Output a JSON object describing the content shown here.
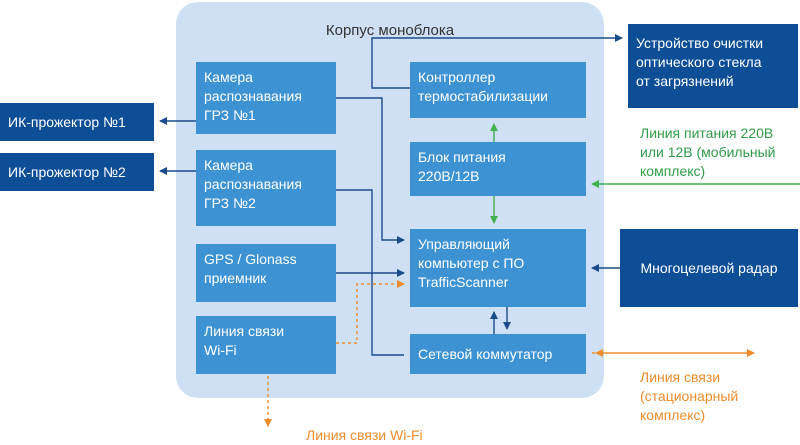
{
  "container": {
    "title": "Корпус моноблока"
  },
  "blocks": {
    "camera1": "Камера\nраспознавания\nГРЗ №1",
    "camera2": "Камера\nраспознавания\nГРЗ №2",
    "gps": "GPS / Glonass\nприемник",
    "wifi_line": "Линия связи\nWi-Fi",
    "controller": "Контроллер\nтермостабилизации",
    "power": "Блок питания\n220В/12В",
    "computer": "Управляющий\nкомпьютер с ПО\nTrafficScanner",
    "switch": "Сетевой коммутатор",
    "ir1": "ИК-прожектор №1",
    "ir2": "ИК-прожектор №2",
    "cleaner": "Устройство очистки\nоптического стекла\nот загрязнений",
    "radar": "Многоцелевой радар"
  },
  "labels": {
    "power_line": "Линия питания 220В\nили 12В (мобильный\nкомплекс)",
    "comm_line": "Линия связи\n(стационарный\nкомплекс)",
    "wifi_link": "Линия связи Wi-Fi"
  },
  "colors": {
    "container": "#cfe0f4",
    "inner_block": "#3d92d3",
    "outer_block": "#0d4e96",
    "data_line": "#1a4c8c",
    "power_line": "#41b04e",
    "comm_line": "#ee8c2a"
  }
}
